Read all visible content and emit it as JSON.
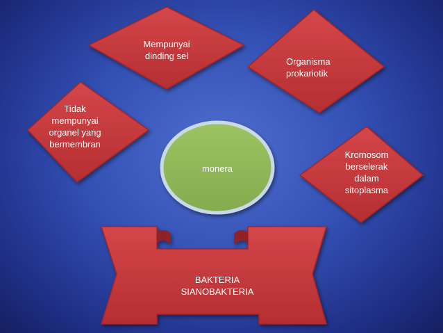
{
  "colors": {
    "diamond_fill": "#c93a3c",
    "diamond_stroke": "#a32528",
    "circle_fill": "#90b85a",
    "circle_stroke": "#c9d9e8",
    "banner_fill": "#c93a3c",
    "text": "#ffffff"
  },
  "diagram": {
    "center": "monera",
    "nodes": {
      "top_left": [
        "Mempunyai",
        "dinding sel"
      ],
      "top_right": [
        "Organisma",
        "prokariotik"
      ],
      "left": [
        "Tidak",
        "mempunyai",
        "organel yang",
        "bermembran"
      ],
      "right": [
        "Kromosom",
        "berselerak",
        "dalam",
        "sitoplasma"
      ]
    },
    "banner": [
      "BAKTERIA",
      "SIANOBAKTERIA"
    ]
  }
}
